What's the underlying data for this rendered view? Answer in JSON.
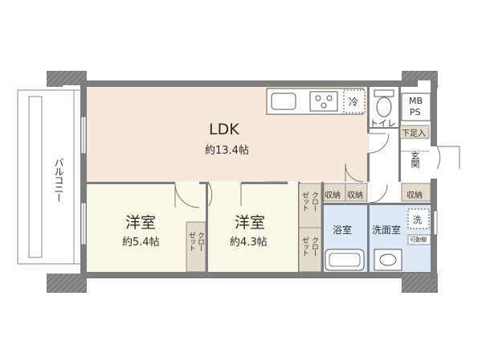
{
  "rooms": {
    "ldk": {
      "name": "LDK",
      "size": "約13.4帖"
    },
    "western1": {
      "name": "洋室",
      "size": "約5.4帖"
    },
    "western2": {
      "name": "洋室",
      "size": "約4.3帖"
    },
    "bath": {
      "name": "浴室"
    },
    "washroom": {
      "name": "洗面室"
    },
    "toilet": {
      "name": "トイレ"
    },
    "entrance": {
      "name": "玄関"
    },
    "balcony": {
      "name": "バルコニー"
    }
  },
  "fixtures": {
    "refrigerator": "冷",
    "mbps_line1": "MB",
    "mbps_line2": "PS",
    "shoe_storage": "下足入",
    "storage_a": "収納",
    "storage_b": "収納",
    "storage_c": "収納",
    "closet_a_line1": "クロー",
    "closet_a_line2": "ゼット",
    "closet_b_line1": "クロー",
    "closet_b_line2": "ゼット",
    "closet_c_line1": "クロー",
    "closet_c_line2": "ゼット",
    "washer": "洗",
    "movable_shelf": "可動棚"
  },
  "colors": {
    "ldk_floor": "#f7e9d9",
    "room_floor": "#fcf8e8",
    "wet_floor": "#dde9f6",
    "hall_floor": "#ffffff",
    "wall": "#7d7d7d",
    "closet": "#e4dccb"
  }
}
